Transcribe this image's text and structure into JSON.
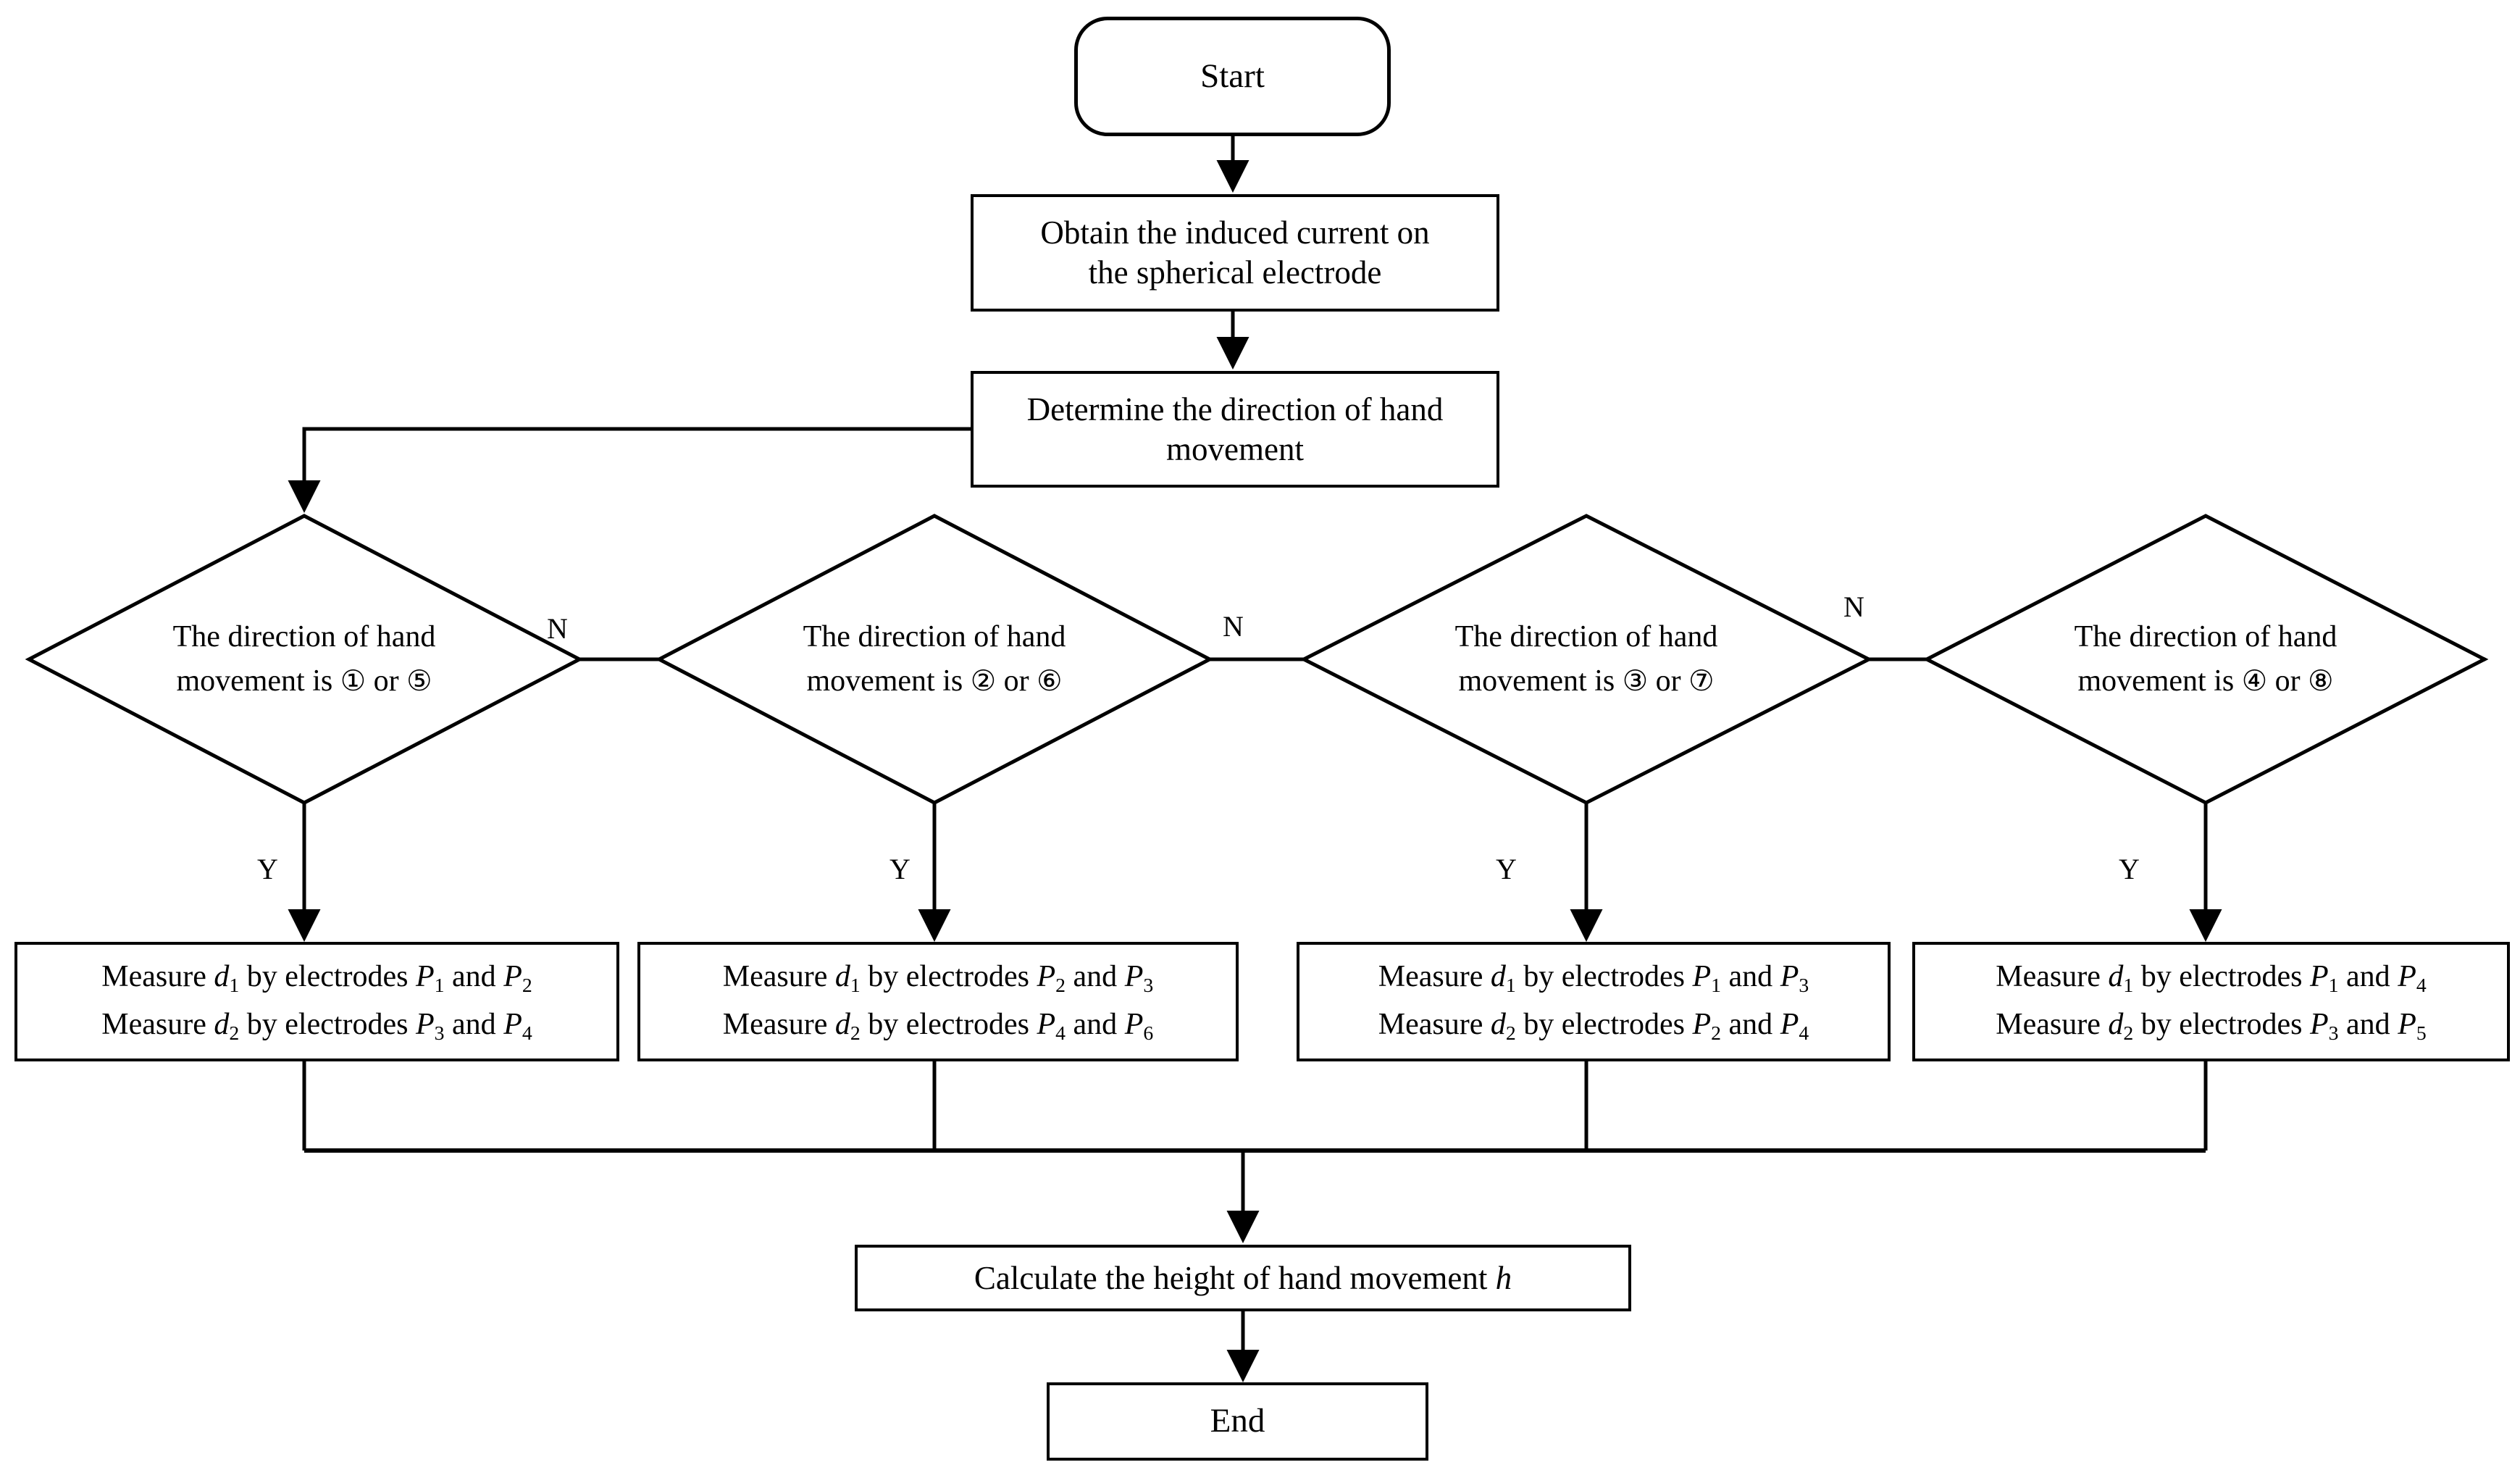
{
  "diagram": {
    "type": "flowchart",
    "orientation": "top-to-bottom",
    "background_color": "#ffffff",
    "line_color": "#000000"
  },
  "nodes": {
    "start": {
      "label": "Start",
      "shape": "rounded-terminator"
    },
    "obtain": {
      "line1": "Obtain the induced current on",
      "line2": "the spherical electrode",
      "shape": "process"
    },
    "determine": {
      "line1": "Determine the direction of hand",
      "line2": "movement",
      "shape": "process"
    },
    "calculate": {
      "label": "Calculate the height of hand movement h",
      "shape": "process"
    },
    "end": {
      "label": "End",
      "shape": "process"
    }
  },
  "decisions": [
    {
      "id": "d1",
      "line1": "The direction of hand",
      "line2_prefix": "movement is ",
      "opt_a": "①",
      "conj": " or ",
      "opt_b": "⑤",
      "yes_label": "Y",
      "no_label": "N"
    },
    {
      "id": "d2",
      "line1": "The direction of hand",
      "line2_prefix": "movement is ",
      "opt_a": "②",
      "conj": " or ",
      "opt_b": "⑥",
      "yes_label": "Y",
      "no_label": "N"
    },
    {
      "id": "d3",
      "line1": "The direction of hand",
      "line2_prefix": "movement is ",
      "opt_a": "③",
      "conj": " or ",
      "opt_b": "⑦",
      "yes_label": "Y",
      "no_label": "N"
    },
    {
      "id": "d4",
      "line1": "The direction of hand",
      "line2_prefix": "movement is ",
      "opt_a": "④",
      "conj": " or ",
      "opt_b": "⑧",
      "yes_label": "Y"
    }
  ],
  "measures": [
    {
      "id": "m1",
      "line1": {
        "prefix": "Measure ",
        "var": "d",
        "var_sub": "1",
        "mid": " by electrodes ",
        "e1": "P",
        "e1_sub": "1",
        "and": " and ",
        "e2": "P",
        "e2_sub": "2"
      },
      "line2": {
        "prefix": "Measure ",
        "var": "d",
        "var_sub": "2",
        "mid": " by electrodes ",
        "e1": "P",
        "e1_sub": "3",
        "and": " and ",
        "e2": "P",
        "e2_sub": "4"
      }
    },
    {
      "id": "m2",
      "line1": {
        "prefix": "Measure ",
        "var": "d",
        "var_sub": "1",
        "mid": " by electrodes ",
        "e1": "P",
        "e1_sub": "2",
        "and": " and ",
        "e2": "P",
        "e2_sub": "3"
      },
      "line2": {
        "prefix": "Measure ",
        "var": "d",
        "var_sub": "2",
        "mid": " by electrodes ",
        "e1": "P",
        "e1_sub": "4",
        "and": " and ",
        "e2": "P",
        "e2_sub": "6"
      }
    },
    {
      "id": "m3",
      "line1": {
        "prefix": "Measure ",
        "var": "d",
        "var_sub": "1",
        "mid": " by electrodes ",
        "e1": "P",
        "e1_sub": "1",
        "and": " and ",
        "e2": "P",
        "e2_sub": "3"
      },
      "line2": {
        "prefix": "Measure ",
        "var": "d",
        "var_sub": "2",
        "mid": " by electrodes ",
        "e1": "P",
        "e1_sub": "2",
        "and": " and ",
        "e2": "P",
        "e2_sub": "4"
      }
    },
    {
      "id": "m4",
      "line1": {
        "prefix": "Measure ",
        "var": "d",
        "var_sub": "1",
        "mid": " by electrodes ",
        "e1": "P",
        "e1_sub": "1",
        "and": " and ",
        "e2": "P",
        "e2_sub": "4"
      },
      "line2": {
        "prefix": "Measure ",
        "var": "d",
        "var_sub": "2",
        "mid": " by electrodes ",
        "e1": "P",
        "e1_sub": "3",
        "and": " and ",
        "e2": "P",
        "e2_sub": "5"
      }
    }
  ],
  "edge_labels": {
    "n1": "N",
    "n2": "N",
    "n3": "N",
    "y1": "Y",
    "y2": "Y",
    "y3": "Y",
    "y4": "Y"
  }
}
